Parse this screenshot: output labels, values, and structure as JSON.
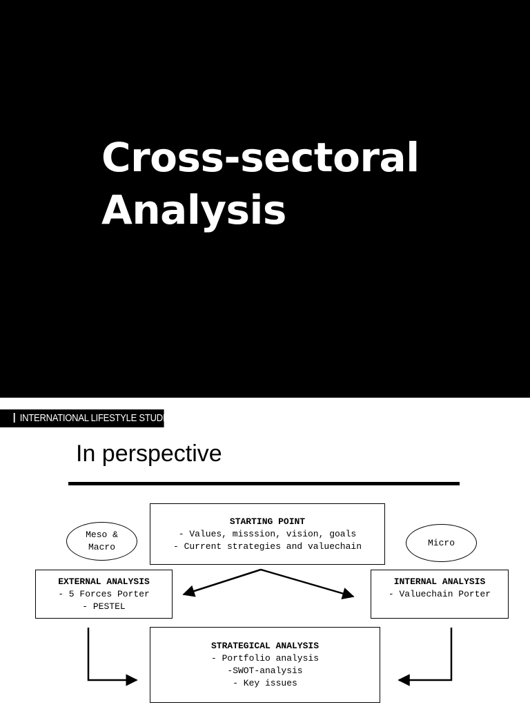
{
  "slide1": {
    "title_line1": "Cross-sectoral",
    "title_line2": "Analysis"
  },
  "slide2": {
    "banner": "INTERNATIONAL LIFESTYLE STUDIES",
    "heading": "In perspective",
    "starting_point": {
      "title": "STARTING POINT",
      "lines": [
        "- Values, misssion, vision, goals",
        "- Current strategies and valuechain"
      ]
    },
    "meso_macro": {
      "line1": "Meso &",
      "line2": "Macro"
    },
    "micro": {
      "label": "Micro"
    },
    "external": {
      "title": "EXTERNAL ANALYSIS",
      "lines": [
        "- 5 Forces Porter",
        "- PESTEL"
      ]
    },
    "internal": {
      "title": "INTERNAL ANALYSIS",
      "lines": [
        "- Valuechain Porter"
      ]
    },
    "strategical": {
      "title": "STRATEGICAL ANALYSIS",
      "lines": [
        "- Portfolio analysis",
        "-SWOT-analysis",
        "- Key issues"
      ]
    }
  }
}
